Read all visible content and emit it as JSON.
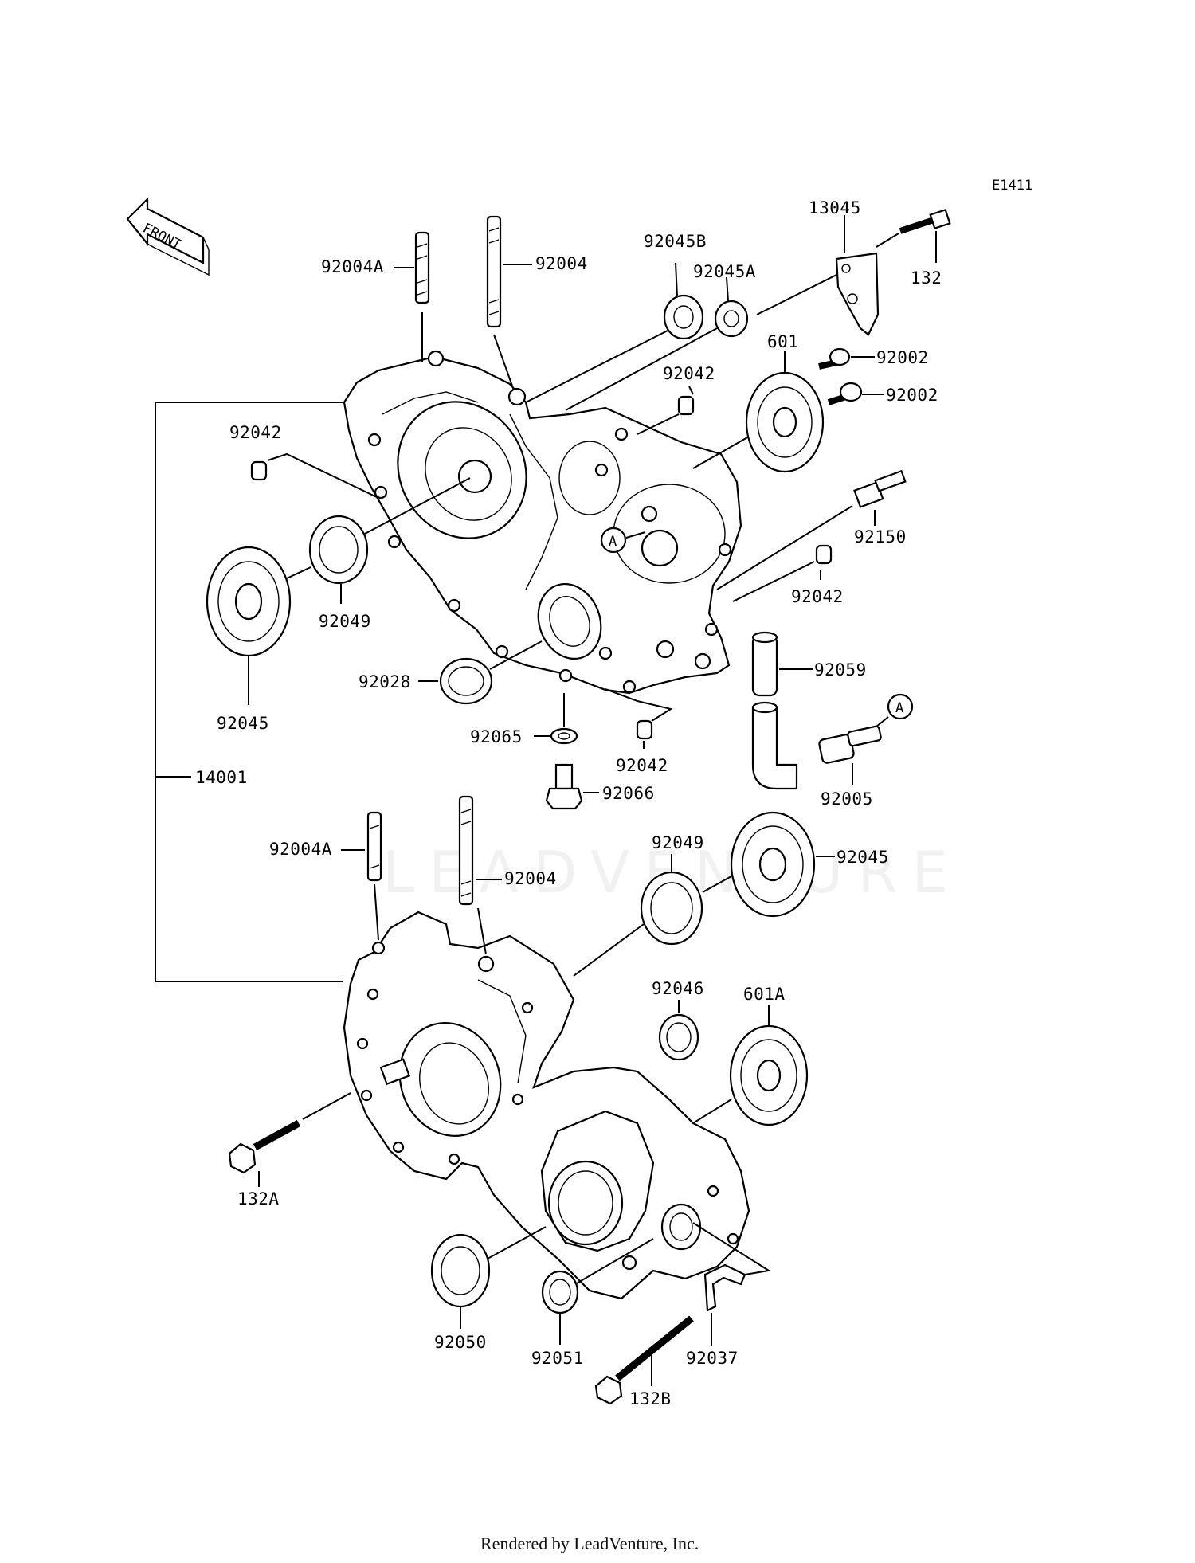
{
  "diagram": {
    "code": "E1411",
    "front_label": "FRONT",
    "watermark": "LEADVENTURE",
    "footer": "Rendered by LeadVenture, Inc.",
    "labels": {
      "p13045": "13045",
      "p132": "132",
      "p92004A_top": "92004A",
      "p92004_top": "92004",
      "p92045B": "92045B",
      "p92045A": "92045A",
      "p601": "601",
      "p92002_a": "92002",
      "p92002_b": "92002",
      "p92042_a": "92042",
      "p92042_b": "92042",
      "p92042_c": "92042",
      "p92042_d": "92042",
      "p92150": "92150",
      "pA_top": "A",
      "pA_right": "A",
      "p92049_top": "92049",
      "p92045_top": "92045",
      "p92028": "92028",
      "p92059": "92059",
      "p92065": "92065",
      "p92066": "92066",
      "p92005": "92005",
      "p14001": "14001",
      "p92004A_bot": "92004A",
      "p92004_bot": "92004",
      "p92049_bot": "92049",
      "p92045_bot": "92045",
      "p92046": "92046",
      "p601A": "601A",
      "p132A": "132A",
      "p92050": "92050",
      "p92051": "92051",
      "p92037": "92037",
      "p132B": "132B"
    }
  }
}
